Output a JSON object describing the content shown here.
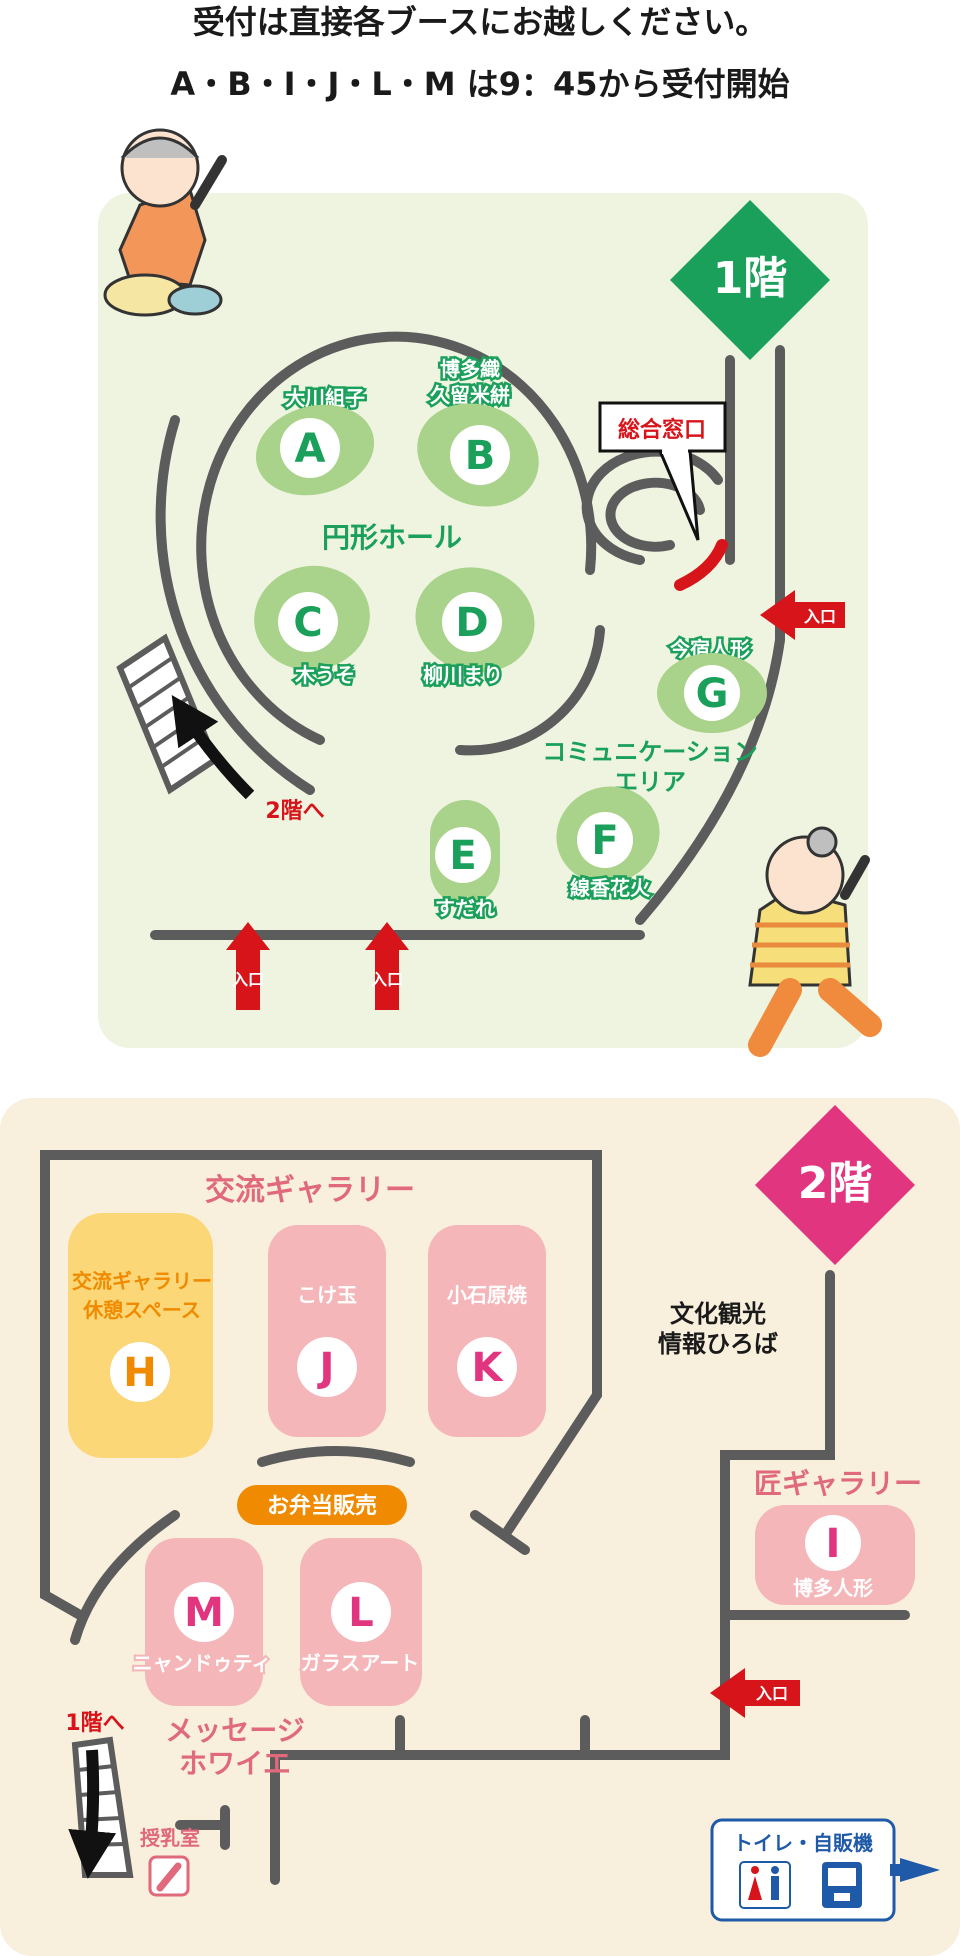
{
  "header": {
    "line1": "受付は直接各ブースにお越しください。",
    "line2": "A・B・I・J・L・M は9：45から受付開始"
  },
  "floor1": {
    "floor_label": "1階",
    "hall_label": "円形ホール",
    "reception_label": "総合窓口",
    "community_label_1": "コミュニケーション",
    "community_label_2": "エリア",
    "stairs_label": "2階へ",
    "entrance_label": "入口",
    "booths": {
      "A": {
        "letter": "A",
        "name": "大川組子"
      },
      "B": {
        "letter": "B",
        "name_1": "博多織",
        "name_2": "久留米絣"
      },
      "C": {
        "letter": "C",
        "name": "木うそ"
      },
      "D": {
        "letter": "D",
        "name": "柳川まり"
      },
      "E": {
        "letter": "E",
        "name": "すだれ"
      },
      "F": {
        "letter": "F",
        "name": "線香花火"
      },
      "G": {
        "letter": "G",
        "name": "今宿人形"
      }
    }
  },
  "floor2": {
    "floor_label": "2階",
    "gallery_label": "交流ギャラリー",
    "rest_label_1": "交流ギャラリー",
    "rest_label_2": "休憩スペース",
    "info_label_1": "文化観光",
    "info_label_2": "情報ひろば",
    "takumi_label": "匠ギャラリー",
    "bento_label": "お弁当販売",
    "message_label_1": "メッセージ",
    "message_label_2": "ホワイエ",
    "stairs_label": "1階へ",
    "nursing_label": "授乳室",
    "entrance_label": "入口",
    "facilities_label": "トイレ・自販機",
    "booths": {
      "H": {
        "letter": "H"
      },
      "I": {
        "letter": "I",
        "name": "博多人形"
      },
      "J": {
        "letter": "J",
        "name": "こけ玉"
      },
      "K": {
        "letter": "K",
        "name": "小石原焼"
      },
      "L": {
        "letter": "L",
        "name": "ガラスアート"
      },
      "M": {
        "letter": "M",
        "name": "ニャンドゥティ"
      }
    }
  },
  "colors": {
    "floor1_bg": "#eef4e0",
    "floor2_bg": "#f8efdd",
    "floor1_accent": "#1aa05a",
    "floor2_accent": "#e2357f",
    "wall": "#5c5c5c",
    "booth_green": "#a9d28a",
    "booth_pink": "#f4b6b9",
    "booth_yellow": "#fbd777",
    "entrance_red": "#d7141a",
    "bento_orange": "#f08a00"
  }
}
